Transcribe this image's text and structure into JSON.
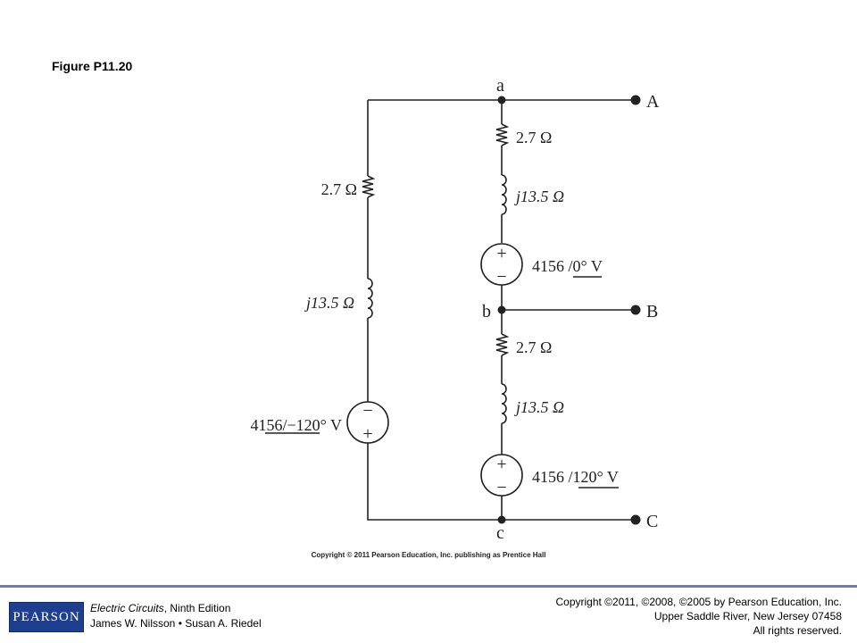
{
  "figure_title": "Figure P11.20",
  "nodes": {
    "a": "a",
    "b": "b",
    "c": "c"
  },
  "terminals": {
    "A": "A",
    "B": "B",
    "C": "C"
  },
  "left_branch": {
    "resistor": "2.7 Ω",
    "inductor": "j13.5 Ω",
    "source": {
      "magnitude": "4156",
      "angle": "/−120°",
      "unit": "V",
      "top_sign": "−",
      "bottom_sign": "+"
    }
  },
  "right_upper": {
    "resistor": "2.7 Ω",
    "inductor": "j13.5 Ω",
    "source": {
      "magnitude": "4156",
      "angle": "/0°",
      "unit": "V",
      "top_sign": "+",
      "bottom_sign": "−"
    }
  },
  "right_lower": {
    "resistor": "2.7 Ω",
    "inductor": "j13.5 Ω",
    "source": {
      "magnitude": "4156",
      "angle": "/120°",
      "unit": "V",
      "top_sign": "+",
      "bottom_sign": "−"
    }
  },
  "figure_copyright": "Copyright © 2011 Pearson Education, Inc. publishing as Prentice Hall",
  "footer": {
    "logo": "PEARSON",
    "book_title": "Electric Circuits",
    "book_edition": ", Ninth Edition",
    "authors": "James W. Nilsson • Susan A. Riedel",
    "copyright_line1": "Copyright ©2011, ©2008, ©2005 by Pearson Education, Inc.",
    "copyright_line2": "Upper Saddle River, New Jersey 07458",
    "copyright_line3": "All rights reserved."
  }
}
